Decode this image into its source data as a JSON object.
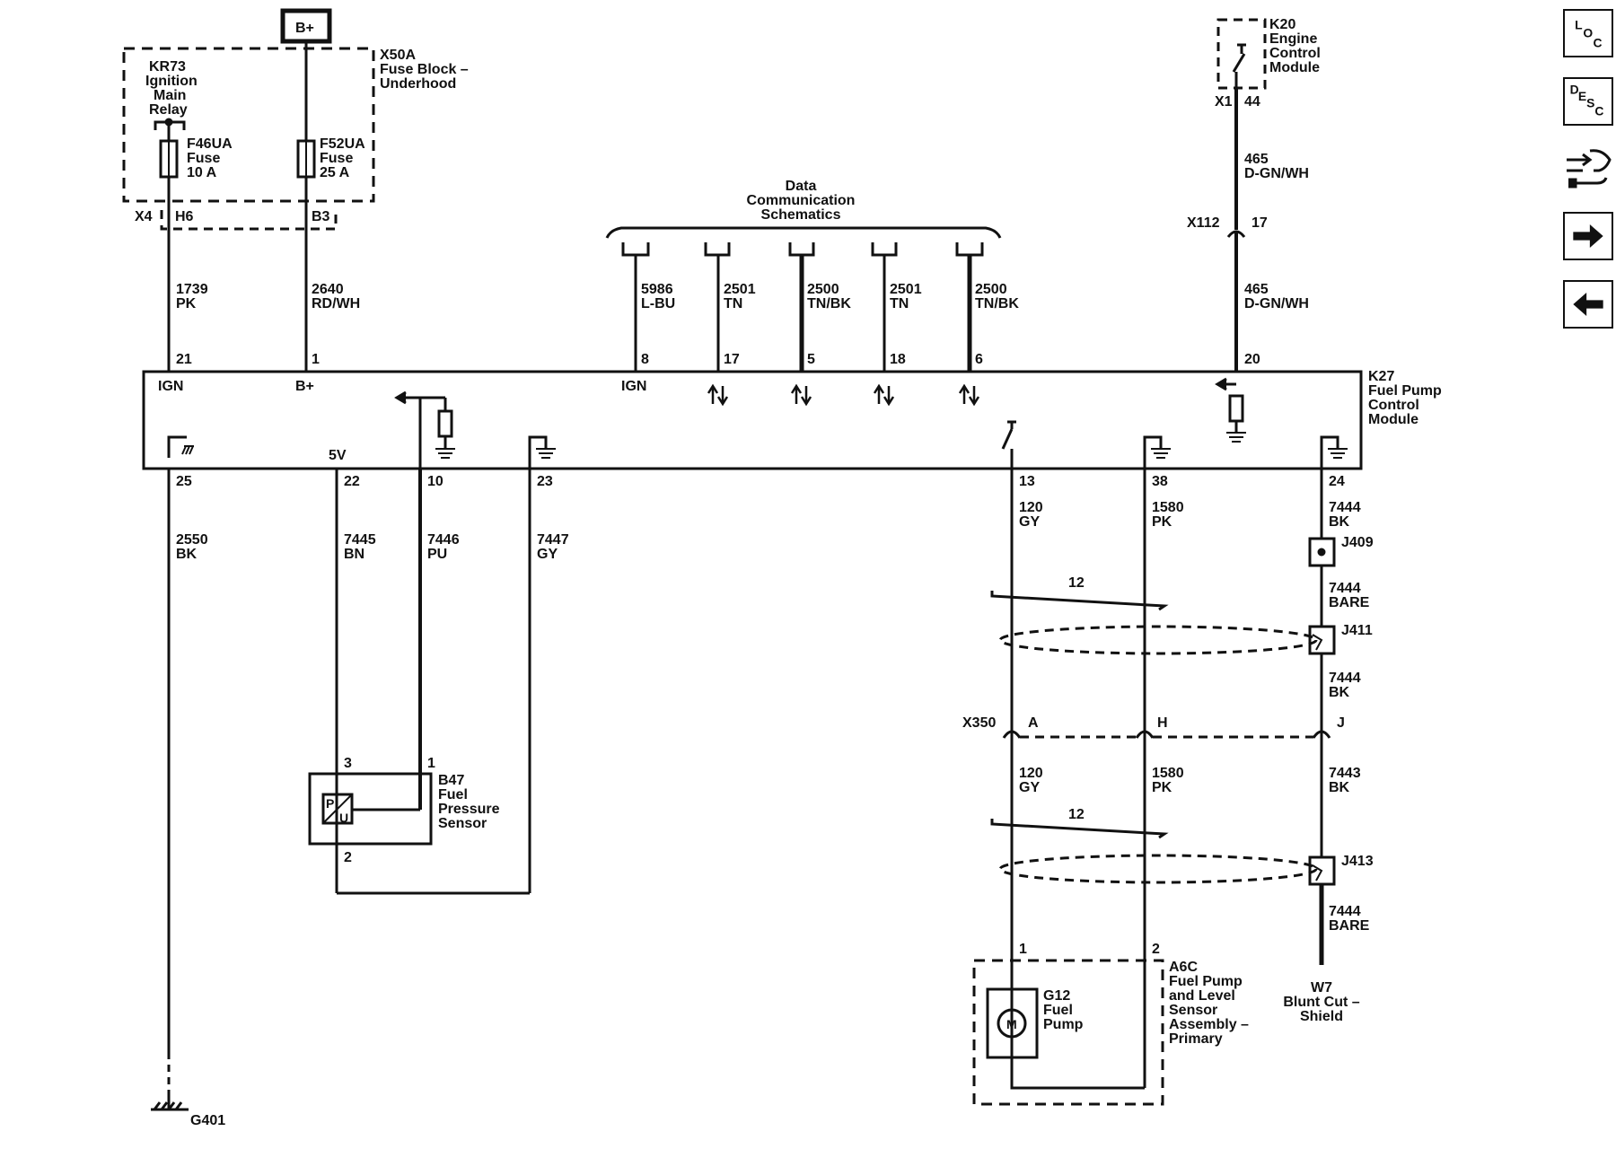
{
  "power": {
    "label": "B+"
  },
  "fuse_block": {
    "id": "X50A",
    "lines": [
      "Fuse Block –",
      "Underhood"
    ]
  },
  "relay": {
    "id": "KR73",
    "lines": [
      "Ignition",
      "Main",
      "Relay"
    ]
  },
  "fuses": [
    {
      "id": "F46UA",
      "lines": [
        "Fuse",
        "10 A"
      ]
    },
    {
      "id": "F52UA",
      "lines": [
        "Fuse",
        "25 A"
      ]
    }
  ],
  "connector_x4": {
    "id": "X4",
    "pins": [
      "H6",
      "B3"
    ]
  },
  "top_left_wires": [
    {
      "circuit": "1739",
      "color": "PK",
      "pin": "21"
    },
    {
      "circuit": "2640",
      "color": "RD/WH",
      "pin": "1"
    }
  ],
  "data_comm": {
    "lines": [
      "Data",
      "Communication",
      "Schematics"
    ]
  },
  "data_wires": [
    {
      "circuit": "5986",
      "color": "L-BU",
      "pin": "8"
    },
    {
      "circuit": "2501",
      "color": "TN",
      "pin": "17"
    },
    {
      "circuit": "2500",
      "color": "TN/BK",
      "pin": "5"
    },
    {
      "circuit": "2501",
      "color": "TN",
      "pin": "18"
    },
    {
      "circuit": "2500",
      "color": "TN/BK",
      "pin": "6"
    }
  ],
  "ecm": {
    "id": "K20",
    "lines": [
      "Engine",
      "Control",
      "Module"
    ],
    "conn": "X1",
    "pin": "44"
  },
  "ecm_wire_top": {
    "circuit": "465",
    "color": "D-GN/WH"
  },
  "x112": {
    "id": "X112",
    "pin": "17"
  },
  "ecm_wire_bottom": {
    "circuit": "465",
    "color": "D-GN/WH",
    "pin": "20"
  },
  "module": {
    "id": "K27",
    "lines": [
      "Fuel Pump",
      "Control",
      "Module"
    ]
  },
  "module_labels": {
    "ign1": "IGN",
    "bplus": "B+",
    "ign2": "IGN",
    "five_v": "5V"
  },
  "bottom_pins": [
    "25",
    "22",
    "10",
    "23",
    "13",
    "38",
    "24"
  ],
  "left_wires": [
    {
      "circuit": "2550",
      "color": "BK"
    },
    {
      "circuit": "7445",
      "color": "BN"
    },
    {
      "circuit": "7446",
      "color": "PU"
    },
    {
      "circuit": "7447",
      "color": "GY"
    }
  ],
  "sensor": {
    "id": "B47",
    "lines": [
      "Fuel",
      "Pressure",
      "Sensor"
    ],
    "pins": [
      "3",
      "1",
      "2"
    ],
    "symbol_top": "P",
    "symbol_bottom": "U"
  },
  "ground": {
    "id": "G401"
  },
  "right_wires_upper": [
    {
      "circuit": "120",
      "color": "GY"
    },
    {
      "circuit": "1580",
      "color": "PK"
    },
    {
      "circuit": "7444",
      "color": "BK"
    }
  ],
  "j409": {
    "id": "J409"
  },
  "twist_count": "12",
  "wire_bare_1": {
    "circuit": "7444",
    "color": "BARE"
  },
  "j411": {
    "id": "J411"
  },
  "wire_bk_2": {
    "circuit": "7444",
    "color": "BK"
  },
  "x350": {
    "id": "X350",
    "pins": [
      "A",
      "H",
      "J"
    ]
  },
  "right_wires_lower": [
    {
      "circuit": "120",
      "color": "GY"
    },
    {
      "circuit": "1580",
      "color": "PK"
    },
    {
      "circuit": "7443",
      "color": "BK"
    }
  ],
  "j413": {
    "id": "J413"
  },
  "wire_bare_2": {
    "circuit": "7444",
    "color": "BARE"
  },
  "pump_assembly": {
    "id": "A6C",
    "lines": [
      "Fuel Pump",
      "and Level",
      "Sensor",
      "Assembly –",
      "Primary"
    ],
    "pins": [
      "1",
      "2"
    ]
  },
  "pump": {
    "id": "G12",
    "lines": [
      "Fuel",
      "Pump"
    ],
    "symbol": "M"
  },
  "shield": {
    "id": "W7",
    "lines": [
      "Blunt Cut –",
      "Shield"
    ]
  },
  "nav": {
    "loc": [
      "L",
      "O",
      "C"
    ],
    "desc": [
      "D",
      "E",
      "S",
      "C"
    ]
  }
}
